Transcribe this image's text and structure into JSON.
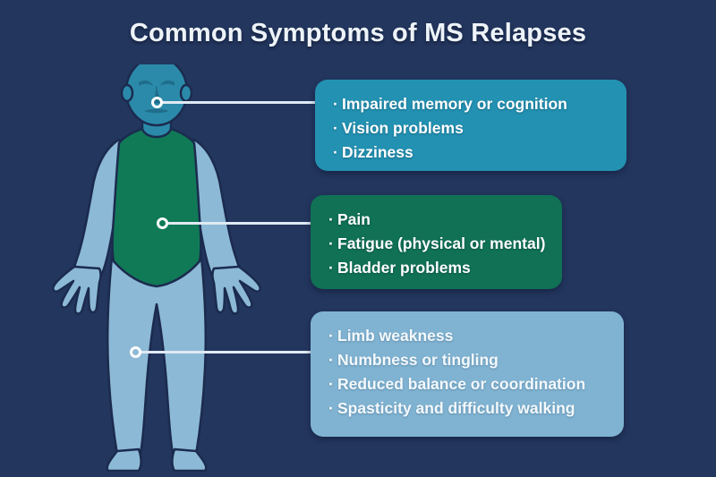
{
  "title": "Common Symptoms of MS Relapses",
  "colors": {
    "background": "#23365e",
    "title_text": "#edf3f8",
    "box_cognitive": "#2391b2",
    "box_systemic": "#107154",
    "box_motor": "#80b3d2",
    "connector": "#dfeaf3",
    "body_skin": "#2b8aaa",
    "body_limb": "#8cb9d6",
    "body_shirt": "#107a57",
    "body_outline": "#1b2b4e"
  },
  "illustration": {
    "name": "human-body-figure",
    "description": "Front-facing human figure wearing a green sleeveless shirt with teal head and light blue arms and legs"
  },
  "callouts": [
    {
      "id": "cognitive",
      "name": "cognitive-symptoms-box",
      "color": "#2391b2",
      "anchor": "head",
      "bullet": "·",
      "items": [
        "Impaired memory or cognition",
        "Vision problems",
        "Dizziness"
      ]
    },
    {
      "id": "systemic",
      "name": "systemic-symptoms-box",
      "color": "#107154",
      "anchor": "torso",
      "bullet": "·",
      "items": [
        "Pain",
        "Fatigue (physical or mental)",
        "Bladder problems"
      ]
    },
    {
      "id": "motor",
      "name": "motor-symptoms-box",
      "color": "#80b3d2",
      "anchor": "leg",
      "bullet": "·",
      "items": [
        "Limb weakness",
        "Numbness or tingling",
        "Reduced balance or coordination",
        "Spasticity and difficulty walking"
      ]
    }
  ]
}
